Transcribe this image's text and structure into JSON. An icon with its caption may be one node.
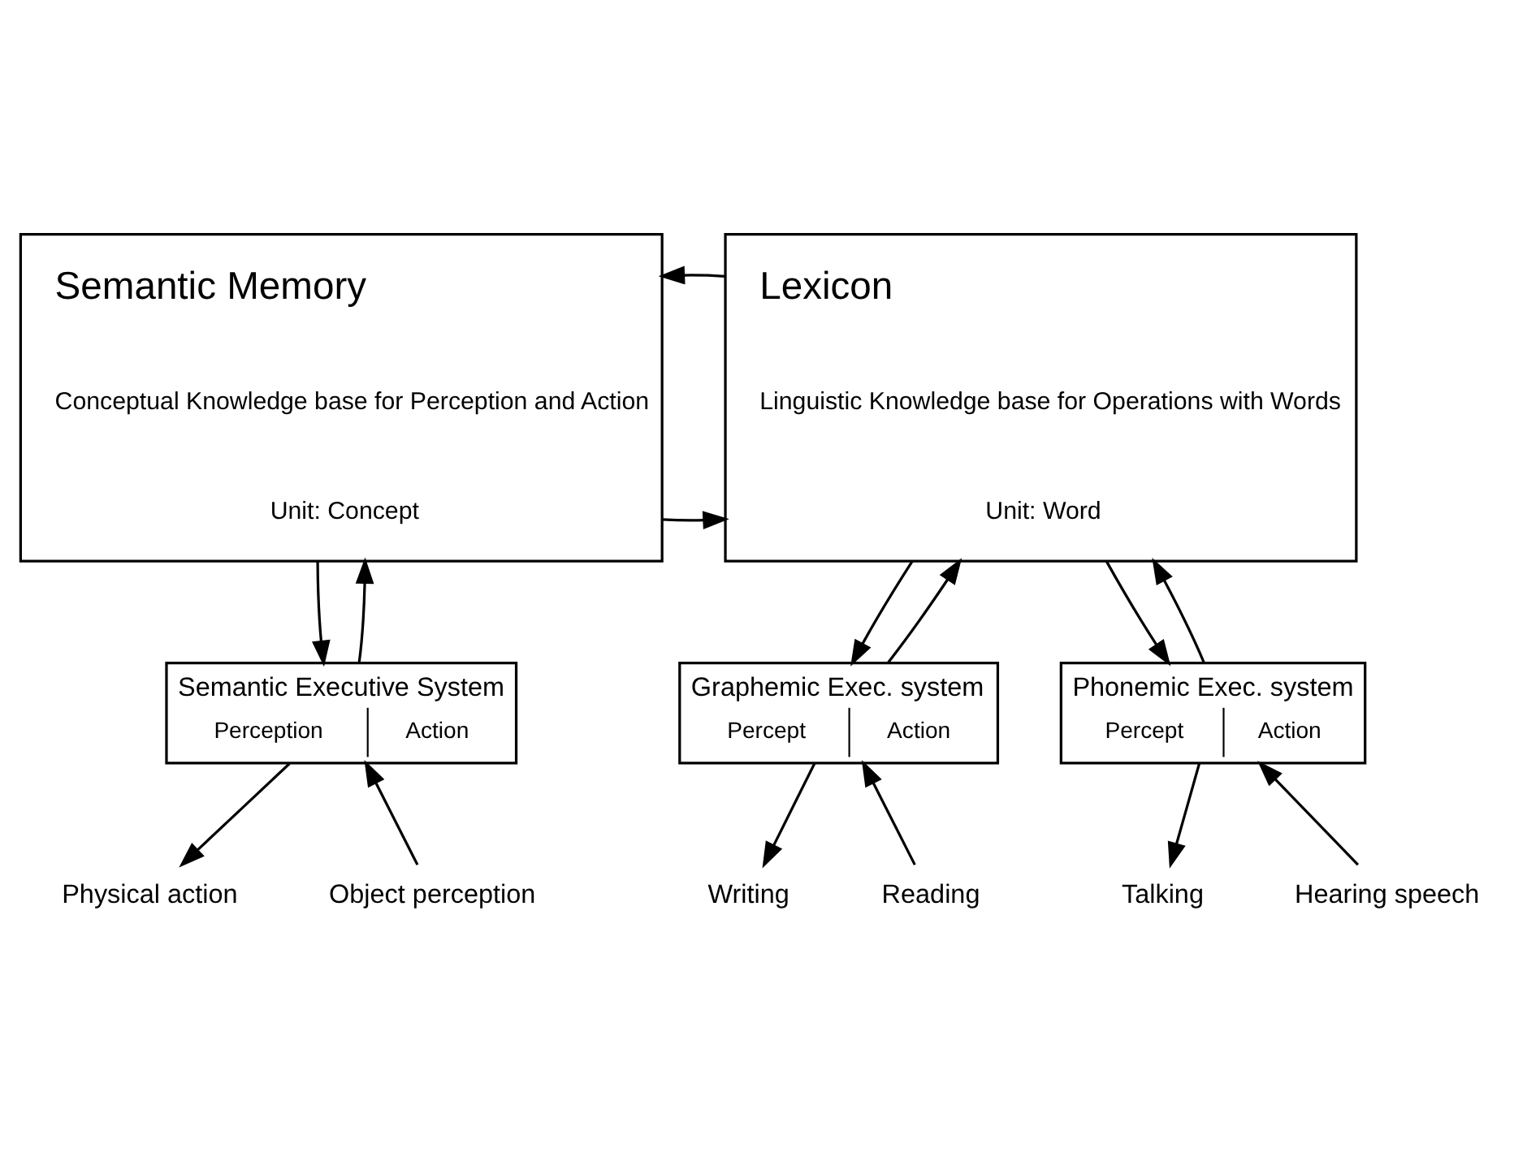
{
  "diagram": {
    "nodes": [
      {
        "text": [
          "Semantic Memory",
          "Conceptual Knowledge base for Perception and Action",
          "Unit: Concept"
        ]
      },
      {
        "text": [
          "Lexicon",
          "Linguistic Knowledge base for Operations with Words",
          "Unit: Word"
        ]
      },
      {
        "text": [
          "Semantic Executive System",
          "Perception",
          "Action"
        ]
      },
      {
        "text": [
          "Graphemic Exec. system",
          "Percept",
          "Action"
        ]
      },
      {
        "text": [
          "Phonemic Exec. system",
          "Percept",
          "Action"
        ]
      },
      {
        "text": [
          "Object perception"
        ]
      },
      {
        "text": [
          "Physical action"
        ]
      },
      {
        "text": [
          "Reading"
        ]
      },
      {
        "text": [
          "Writing"
        ]
      },
      {
        "text": [
          "Hearing speech"
        ]
      },
      {
        "text": [
          "Talking"
        ]
      }
    ],
    "edges": [
      {
        "from": 0,
        "to": 1,
        "arrow": "to"
      },
      {
        "from": 1,
        "to": 0,
        "arrow": "to"
      },
      {
        "from": 2,
        "to": 0,
        "arrow": "to"
      },
      {
        "from": 0,
        "to": 2,
        "arrow": "to"
      },
      {
        "from": 3,
        "to": 1,
        "arrow": "to"
      },
      {
        "from": 1,
        "to": 3,
        "arrow": "to"
      },
      {
        "from": 4,
        "to": 1,
        "arrow": "to"
      },
      {
        "from": 1,
        "to": 4,
        "arrow": "to"
      },
      {
        "from": 5,
        "to": 2,
        "arrow": "to"
      },
      {
        "from": 2,
        "to": 6,
        "arrow": "to"
      },
      {
        "from": 7,
        "to": 3,
        "arrow": "to"
      },
      {
        "from": 3,
        "to": 8,
        "arrow": "to"
      },
      {
        "from": 9,
        "to": 4,
        "arrow": "to"
      },
      {
        "from": 4,
        "to": 10,
        "arrow": "to"
      }
    ]
  }
}
